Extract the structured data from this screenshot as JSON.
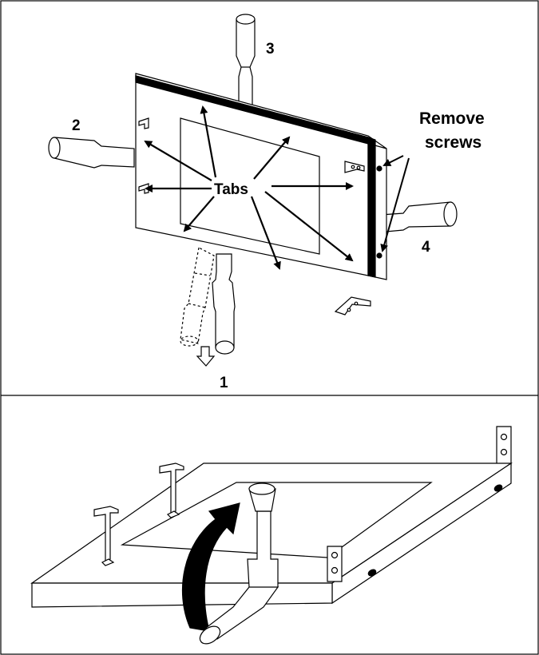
{
  "panel_top": {
    "labels": {
      "step1": "1",
      "step2": "2",
      "step3": "3",
      "step4": "4",
      "tabs": "Tabs",
      "remove_line1": "Remove",
      "remove_line2": "screws"
    }
  },
  "panel_bottom": {},
  "colors": {
    "ink": "#000000",
    "paper": "#ffffff",
    "frame_edge": "#000000",
    "fill_gray": "#ffffff"
  }
}
